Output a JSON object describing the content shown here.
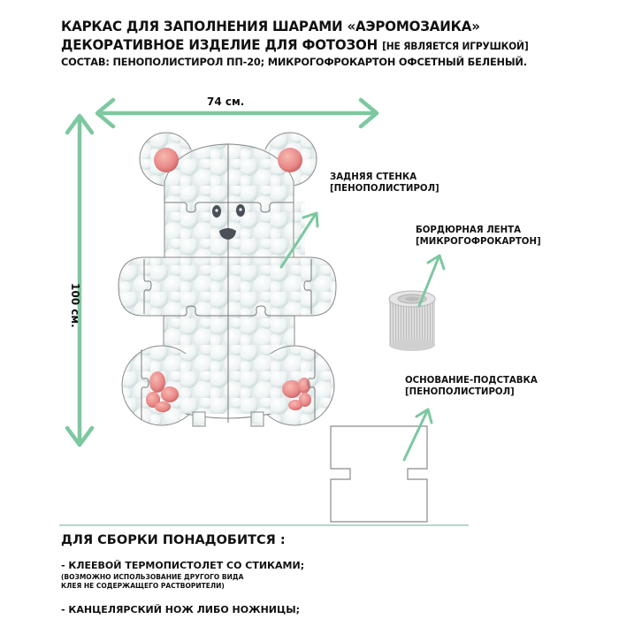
{
  "header": {
    "line1": "Каркас для заполнения шарами «Аэромозаика»",
    "line2_main": "Декоративное изделие для фотозон ",
    "line2_note": "[не является игрушкой]",
    "line3": "Состав: пенополистирол ПП-20; микрогофрокартон офсетный беленый."
  },
  "dimensions": {
    "width_label": "74 см.",
    "height_label": "100 см."
  },
  "parts": [
    {
      "title": "Задняя стенка",
      "material": "[пенополистирол]"
    },
    {
      "title": "Бордюрная лента",
      "material": "[микрогофрокартон]"
    },
    {
      "title": "Основание-подставка",
      "material": "[пенополистирол]"
    }
  ],
  "assembly": {
    "title": "Для сборки понадобится :",
    "tools": [
      {
        "label": "- клеевой термопистолет со стиками;",
        "note_line1": "(возможно использование другого вида",
        "note_line2": "клея не содержащего растворители)"
      },
      {
        "label": "- канцелярский нож либо ножницы;"
      }
    ]
  },
  "colors": {
    "arrow": "#7cc8a0",
    "outline": "#8a8a8a",
    "balloon_white": "#eef2f2",
    "balloon_pink": "#e98a8a",
    "divider": "#b8d4cc",
    "text": "#111111"
  }
}
